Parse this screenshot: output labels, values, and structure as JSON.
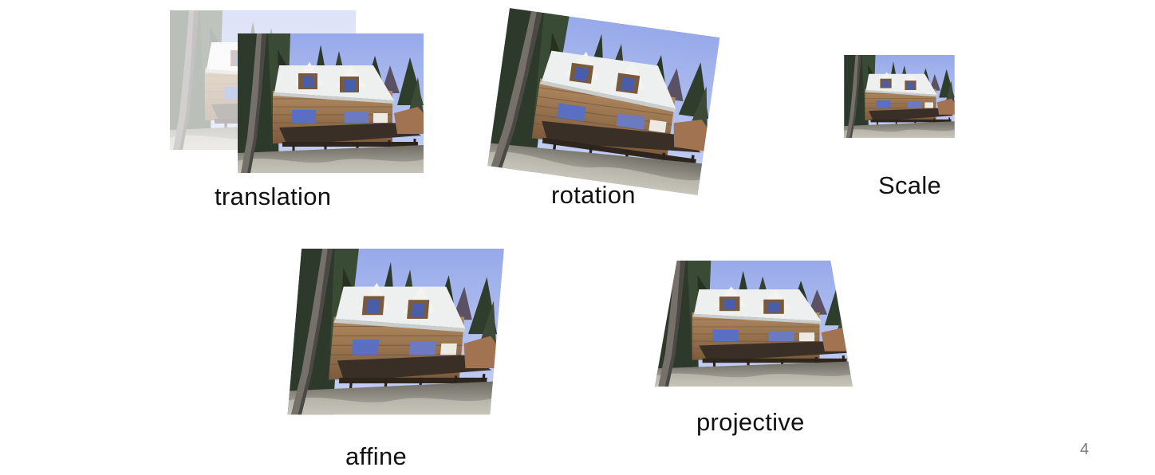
{
  "slide": {
    "page_number": "4",
    "panels": [
      {
        "id": "translation",
        "label": "translation"
      },
      {
        "id": "rotation",
        "label": "rotation"
      },
      {
        "id": "scale",
        "label": "Scale"
      },
      {
        "id": "affine",
        "label": "affine"
      },
      {
        "id": "projective",
        "label": "projective"
      }
    ]
  },
  "colors": {
    "sky": "#a9b8ee",
    "roof": "#eef0ef",
    "wood": "#9b7550",
    "tree": "#2f3b2d",
    "trunk": "#6e6a60",
    "ground": "#9c9a92",
    "deck": "#3a2f27",
    "ghost": "#d2d2d2"
  }
}
